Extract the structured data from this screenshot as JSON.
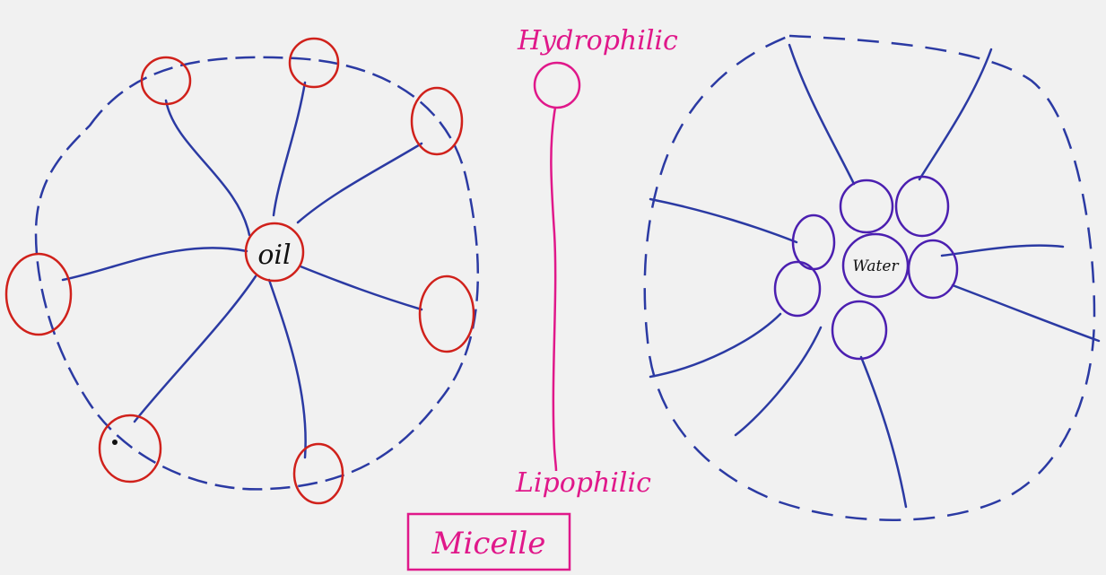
{
  "colors": {
    "paper": "#f1f1f1",
    "blue_ink": "#2b3aa3",
    "red_ink": "#d0211b",
    "pink_ink": "#e0188a",
    "purple_ink": "#4b1fb0",
    "black_ink": "#111111"
  },
  "labels": {
    "hydrophilic": "Hydrophilic",
    "lipophilic": "Lipophilic",
    "oil": "oil",
    "water": "Water",
    "title": "Micelle"
  }
}
